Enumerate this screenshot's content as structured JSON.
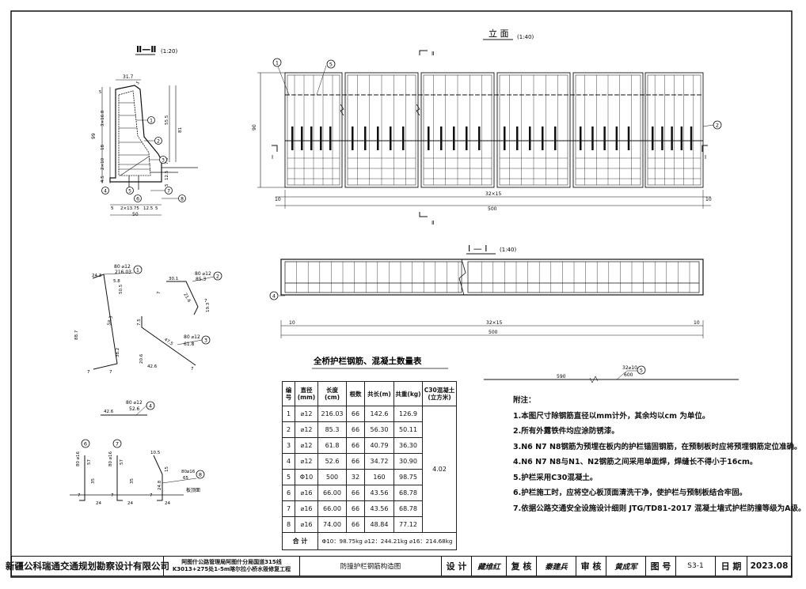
{
  "views": {
    "section2": {
      "title": "Ⅱ—Ⅱ",
      "scale": "(1:20)"
    },
    "elevation": {
      "title": "立  面",
      "scale": "(1:40)"
    },
    "section1": {
      "title": "Ⅰ — Ⅰ",
      "scale": "(1:40)"
    }
  },
  "section_marks": {
    "roman1": "Ⅰ",
    "roman2": "Ⅱ"
  },
  "section2_dims": {
    "top_width": "31.7",
    "top_small": "5",
    "right_top": "55.5",
    "right_total": "81",
    "height_total": "99",
    "left_a": "3×16.8",
    "left_b": "18",
    "left_c": "2×10",
    "left_d": "4.5",
    "right_mid": "7.5",
    "right_c": "12.5",
    "right_d": "5",
    "bottom_a": "5",
    "bottom_b": "2×13.75",
    "bottom_c": "12.5",
    "bottom_d": "5",
    "bottom_total": "50"
  },
  "elevation_dims": {
    "height": "90",
    "left_end": "10",
    "right_end": "10",
    "middle": "32×15",
    "total": "500"
  },
  "section1_dims": {
    "left_end": "10",
    "right_end": "10",
    "middle": "32×15",
    "total": "500"
  },
  "callouts": [
    "1",
    "2",
    "3",
    "4",
    "5",
    "6",
    "7",
    "8"
  ],
  "bar_details": {
    "n1": {
      "spec": "80 ⌀12",
      "len": "216.03",
      "a": "24.3",
      "b": "5.8",
      "c": "50.5",
      "d": "58.3",
      "e": "88.7",
      "f": "38.2",
      "g": "7",
      "h": "7"
    },
    "n2": {
      "spec": "80 ⌀12",
      "len": "85.3",
      "a": "30.1",
      "b": "21.6",
      "c": "19.3",
      "d": "7",
      "e": "7"
    },
    "n3": {
      "spec": "80 ⌀12",
      "len": "61.8",
      "a": "7.5",
      "b": "47.5",
      "c": "20.6",
      "d": "42.6",
      "e": "7"
    },
    "n4": {
      "spec": "80  ⌀12",
      "len": "52.6",
      "a": "42.6"
    },
    "n5": {
      "spec": "32⌀10",
      "len": "600",
      "a": "590"
    },
    "n6": {
      "spec": "80 ⌀16",
      "a": "57",
      "b": "35",
      "c": "7",
      "d": "24"
    },
    "n7": {
      "spec": "80 ⌀16",
      "a": "57",
      "b": "35",
      "c": "7",
      "d": "24"
    },
    "n8": {
      "spec": "80⌀16",
      "len": "65",
      "a": "10.5",
      "b": "15",
      "c": "24.8",
      "d": "7",
      "e": "24",
      "board": "板顶面"
    }
  },
  "table": {
    "title": "全桥护栏钢筋、混凝土数量表",
    "headers": [
      "编号",
      "直径(mm)",
      "长度(cm)",
      "根数",
      "共长(m)",
      "共重(kg)",
      "C30混凝土(立方米)"
    ],
    "rows": [
      [
        "1",
        "⌀12",
        "216.03",
        "66",
        "142.6",
        "126.9"
      ],
      [
        "2",
        "⌀12",
        "85.3",
        "66",
        "56.30",
        "50.11"
      ],
      [
        "3",
        "⌀12",
        "61.8",
        "66",
        "40.79",
        "36.30"
      ],
      [
        "4",
        "⌀12",
        "52.6",
        "66",
        "34.72",
        "30.90"
      ],
      [
        "5",
        "Φ10",
        "500",
        "32",
        "160",
        "98.75"
      ],
      [
        "6",
        "⌀16",
        "66.00",
        "66",
        "43.56",
        "68.78"
      ],
      [
        "7",
        "⌀16",
        "66.00",
        "66",
        "43.56",
        "68.78"
      ],
      [
        "8",
        "⌀16",
        "74.00",
        "66",
        "48.84",
        "77.12"
      ]
    ],
    "concrete": "4.02",
    "total_label": "合  计",
    "total_value": "Φ10：98.75kg   ⌀12：244.21kg   ⌀16：214.68kg"
  },
  "notes": {
    "title": "附注：",
    "items": [
      "1.本图尺寸除钢筋直径以mm计外，其余均以cm 为单位。",
      "  2.所有外露铁件均应涂防锈漆。",
      "3.N6  N7  N8钢筋为预埋在板内的护栏锚固钢筋，在预制板时应将预埋钢筋定位准确。",
      "4.N6  N7  N8与N1、N2钢筋之间采用单面焊，焊缝长不得小于16cm。",
      "5.护栏采用C30混凝土。",
      "6.护栏施工时，应将空心板顶面清洗干净，使护栏与预制板结合牢固。",
      "7.依据公路交通安全设施设计细则 JTG/TD81-2017  混凝土墙式护栏防撞等级为A级。"
    ]
  },
  "titleblock": {
    "company": "新疆公科瑞通交通规划勘察设计有限公司",
    "project1": "阿图什公路管理局阿图什分局国道315线",
    "project2": "K3013+275处1-5m喀尔拉小桥水毁修复工程",
    "drawing": "防撞护栏钢筋构造图",
    "design_label": "设 计",
    "design_sig": "藏维红",
    "review_label": "复 核",
    "review_sig": "秦建兵",
    "approve_label": "审 核",
    "approve_sig": "黄成军",
    "number_label": "图 号",
    "number": "S3-1",
    "date_label": "日 期",
    "date": "2023.08"
  },
  "colors": {
    "line": "#111111",
    "paper": "#ffffff"
  }
}
